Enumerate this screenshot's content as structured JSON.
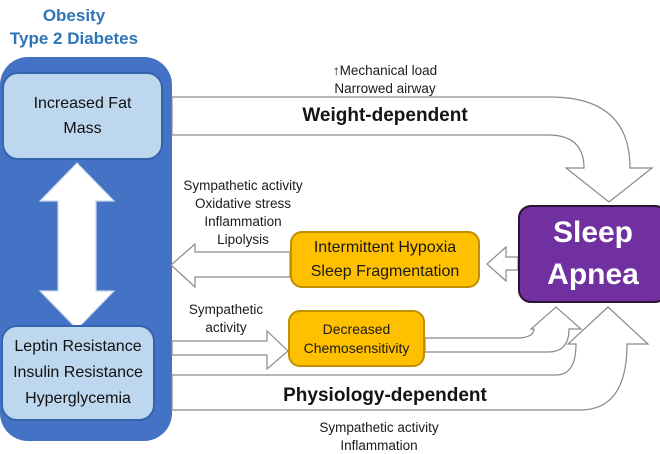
{
  "diagram_title": {
    "line1": "Obesity",
    "line2": "Type 2 Diabetes"
  },
  "boxes": {
    "fat_mass": {
      "lines": [
        "Increased Fat",
        "Mass"
      ]
    },
    "metabolic": {
      "lines": [
        "Leptin Resistance",
        "Insulin Resistance",
        "Hyperglycemia"
      ]
    },
    "hypoxia": {
      "lines": [
        "Intermittent Hypoxia",
        "Sleep Fragmentation"
      ]
    },
    "chemosensitivity": {
      "lines": [
        "Decreased",
        "Chemosensitivity"
      ]
    },
    "sleep_apnea": {
      "lines": [
        "Sleep",
        "Apnea"
      ]
    }
  },
  "labels": {
    "mechanical": {
      "lines": [
        "↑Mechanical load",
        "Narrowed airway"
      ]
    },
    "weight_pathway": "Weight-dependent",
    "feedback_left": {
      "lines": [
        "Sympathetic activity",
        "Oxidative stress",
        "Inflammation",
        "Lipolysis"
      ]
    },
    "chemo_input": {
      "lines": [
        "Sympathetic",
        "activity"
      ]
    },
    "physiology_pathway": "Physiology-dependent",
    "bottom_feedback": {
      "lines": [
        "Sympathetic activity",
        "Inflammation"
      ]
    }
  },
  "colors": {
    "panel_blue": "#4472C4",
    "light_blue_fill": "#BDD7EE",
    "light_blue_border": "#3665AD",
    "orange_fill": "#FFC000",
    "orange_border": "#BF8F00",
    "purple_fill": "#7030A0",
    "title_blue": "#2E75B6",
    "arrow_outline_gray": "#8A8A8A"
  }
}
